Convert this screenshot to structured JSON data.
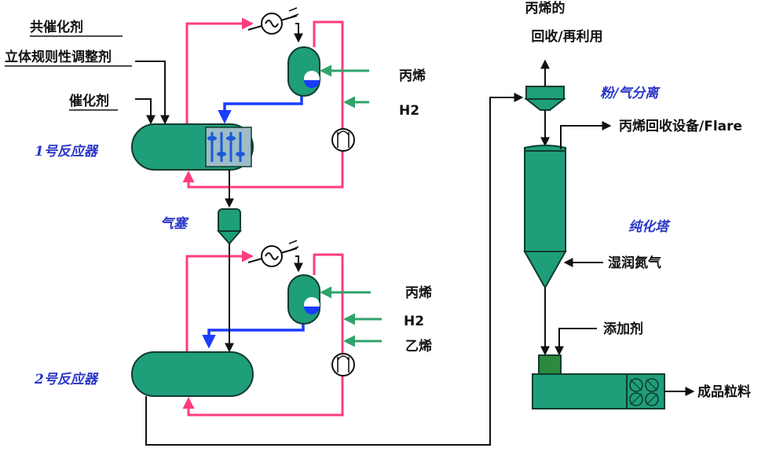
{
  "colors": {
    "vessel_fill": "#1f9e7a",
    "vessel_stroke": "#0f3b2e",
    "recycle_line": "#ff3d7a",
    "gas_feed": "#2fa36b",
    "liquid_return": "#1a3cff",
    "process_line": "#111111",
    "label_blue": "#2a36c8"
  },
  "icons": {
    "heat_exchanger": "heat-exchanger-icon",
    "pump": "compressor-icon",
    "separator": "separator-drum-icon"
  },
  "labels": {
    "catalyst_donor": "共催化剂",
    "stereo_regulator": "立体规则性调整剂",
    "catalyst": "催化剂",
    "reactor1": "1号反应器",
    "gas_lock": "气塞",
    "reactor2": "2号反应器",
    "propylene_feed_top": "丙烯",
    "h2_feed_top": "H2",
    "propylene_feed_bottom": "丙烯",
    "h2_feed_bottom": "H2",
    "ethylene_feed": "乙烯",
    "propylene_recovery_line1": "丙烯的",
    "propylene_recovery_line2": "回收/再利用",
    "powder_gas_sep": "粉/气分离",
    "recovery_flare": "丙烯回收设备/Flare",
    "purge_tower": "纯化塔",
    "wet_nitrogen": "湿润氮气",
    "additive": "添加剂",
    "product_pellets": "成品粒料"
  }
}
